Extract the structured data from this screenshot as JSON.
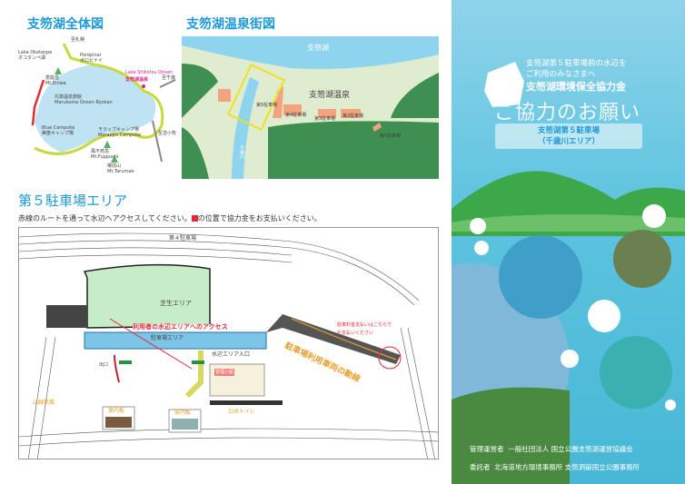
{
  "overall_map": {
    "title": "支笏湖全体図",
    "labels": [
      "恵庭岳",
      "Mt.Eniwa",
      "Lake Okotanpe",
      "オコタンペ湖",
      "Poropinai",
      "ポロピナイ",
      "丸駒温泉旅館",
      "Marukoma Onsen Ryokan",
      "Lake Shikotsu Onsen",
      "支笏湖温泉",
      "至札幌",
      "至千歳",
      "至苫小牧",
      "Blue Campsite",
      "美笛キャンプ場",
      "モラップキャンプ場",
      "Morappu Campsite",
      "風不死岳",
      "Mt.Fuppushi",
      "樽前山",
      "Mt.Tarumae"
    ]
  },
  "town_map": {
    "title": "支笏湖温泉街図",
    "lake": "支笏湖",
    "town": "支笏湖温泉",
    "river": "千歳川",
    "lots": [
      "第5駐車場",
      "第4駐車場",
      "第3駐車場",
      "第2駐車場",
      "第1駐車場"
    ]
  },
  "section": {
    "title": "第５駐車場エリア",
    "instruction_pre": "赤線のルートを通って水辺へアクセスしてください。",
    "instruction_post": "の位置で協力金をお支払いください。"
  },
  "plan": {
    "top_lot": "第４駐車場",
    "lawn": "芝生エリア",
    "access": "利用者の水辺エリアへのアクセス",
    "parking": "駐車場エリア",
    "waterside": "水辺エリア入口",
    "hut": "管理小屋",
    "exit": "出口",
    "bridge_rail": "山線鉄橋",
    "board1": "案内板",
    "board2": "案内板",
    "restroom": "公共トイレ",
    "vehicle_route": "駐車場利用車両の動線",
    "pay_note1": "駐車料金支払いはこちらで",
    "pay_note2": "お支払いください"
  },
  "cover": {
    "line1": "支笏湖第５駐車場前の水辺を",
    "line2": "ご利用のみなさまへ",
    "line3": "支笏湖環境保全協力金",
    "headline": "ご協力のお願い",
    "box1": "支笏湖第５駐車場",
    "box2": "（千歳川エリア）",
    "operator_label": "管理運営者",
    "operator": "一般社団法人 国立公園支笏湖運営協議会",
    "consignor_label": "委託者",
    "consignor": "北海道地方環境事務所 支笏洞爺国立公園事務所"
  },
  "colors": {
    "accent": "#1f9ad6",
    "teal": "#48b8d6",
    "route_red": "#e8283a",
    "route_orange": "#e8a030"
  }
}
